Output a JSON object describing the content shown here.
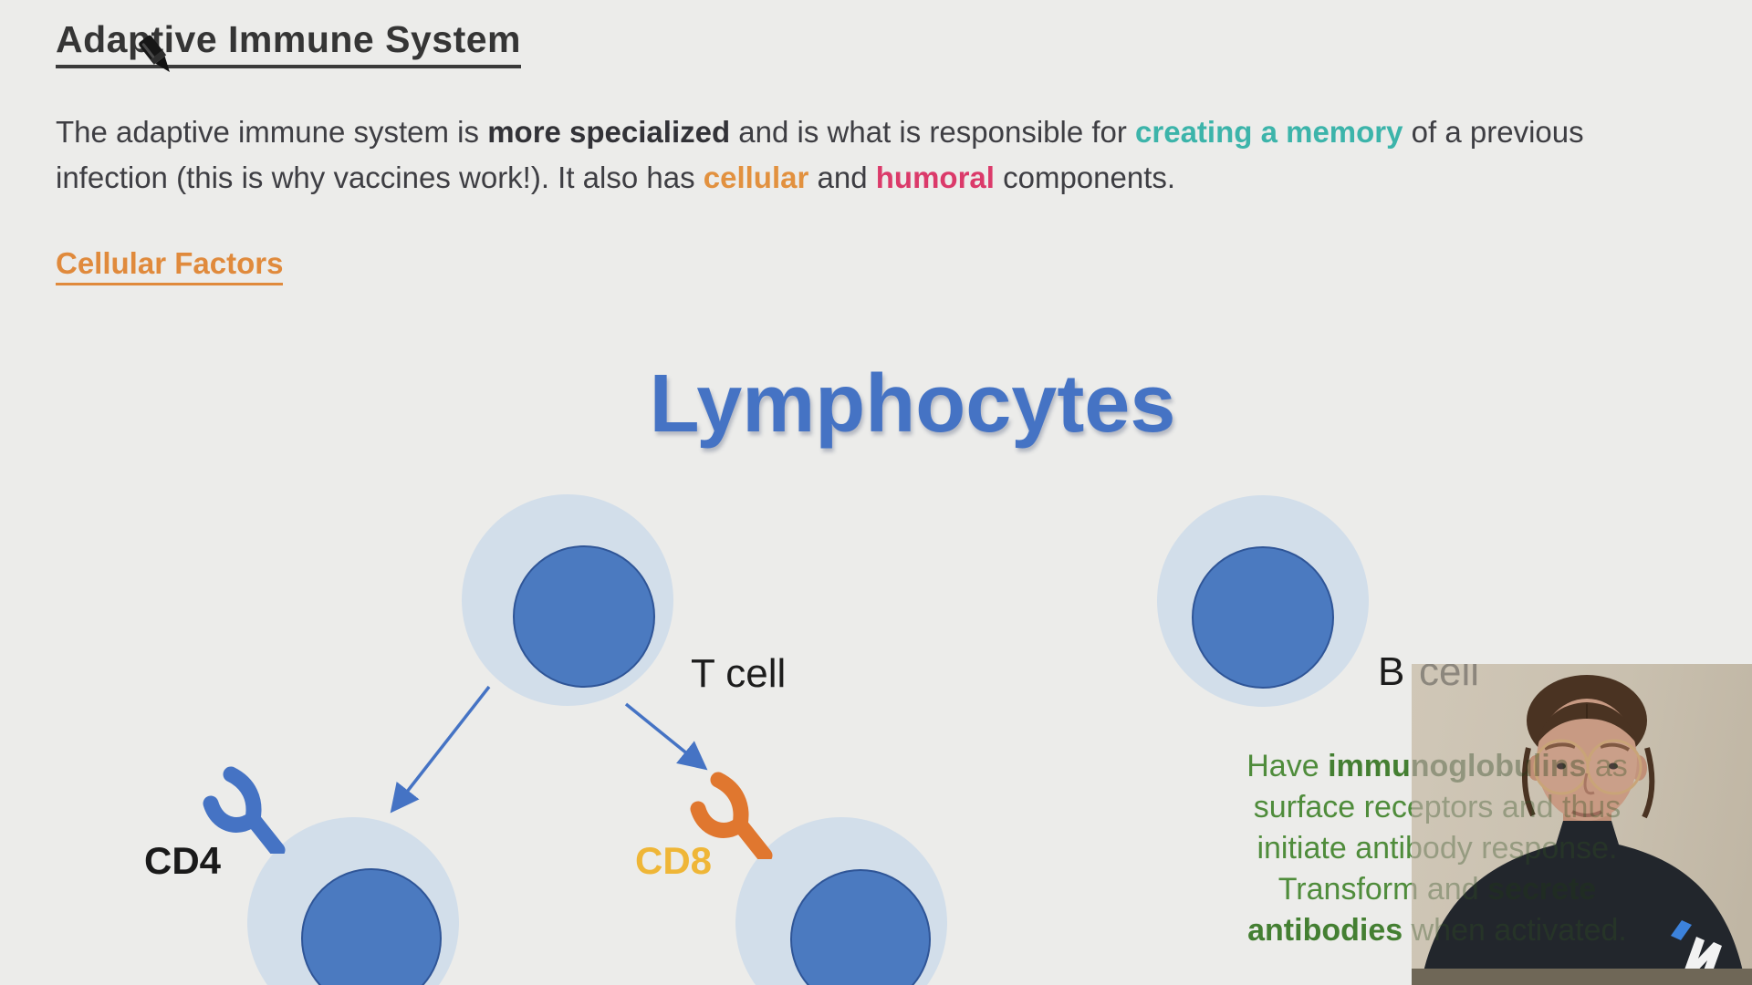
{
  "page": {
    "background_color": "#ECECEA"
  },
  "header": {
    "title": "Adaptive Immune System",
    "color": "#3A3A3A"
  },
  "icons": {
    "pen_cursor": "pen-cursor-icon",
    "cd4_receptor": "t-cell-receptor-icon",
    "cd8_receptor": "t-cell-receptor-icon",
    "shirt_logo": "brand-logo-icon"
  },
  "intro": {
    "line1": {
      "s1": "The adaptive immune system is ",
      "s2": "more specialized",
      "s3": " and is what is responsible for ",
      "s4": "creating a memory",
      "s5": " of a previous"
    },
    "line2": {
      "s1": "infection (this is why vaccines work!). It also has ",
      "s2": "cellular",
      "s3": " and ",
      "s4": "humoral",
      "s5": " components."
    },
    "highlight_colors": {
      "memory": "#3CB4AA",
      "cellular": "#E2913F",
      "humoral": "#DB3A6A"
    }
  },
  "section": {
    "heading": "Cellular Factors",
    "color": "#E08A3C"
  },
  "diagram": {
    "title": "Lymphocytes",
    "title_color": "#4573C4",
    "t_cell": {
      "label": "T cell"
    },
    "b_cell": {
      "label_solid": "B",
      "label_faded": "cell"
    },
    "cd4": {
      "label": "CD4",
      "receptor_color": "#4573C4"
    },
    "cd8": {
      "label": "CD8",
      "receptor_color": "#E0772F",
      "label_color": "#EFB637"
    },
    "cell_colors": {
      "outer": "#D2DEEA",
      "inner": "#4B7AC0",
      "inner_border": "#2F5597",
      "arrow": "#4573C4"
    },
    "b_cell_text": {
      "color": "#4F8C3B",
      "l1a": "Have ",
      "l1b": "immunoglobulins",
      "l1c": " as",
      "l2": "surface receptors and thus",
      "l3": "initiate antibody response.",
      "l4a": "Transform and ",
      "l4b": "secrete",
      "l5a": "antibodies",
      "l5b": " when activated."
    }
  }
}
